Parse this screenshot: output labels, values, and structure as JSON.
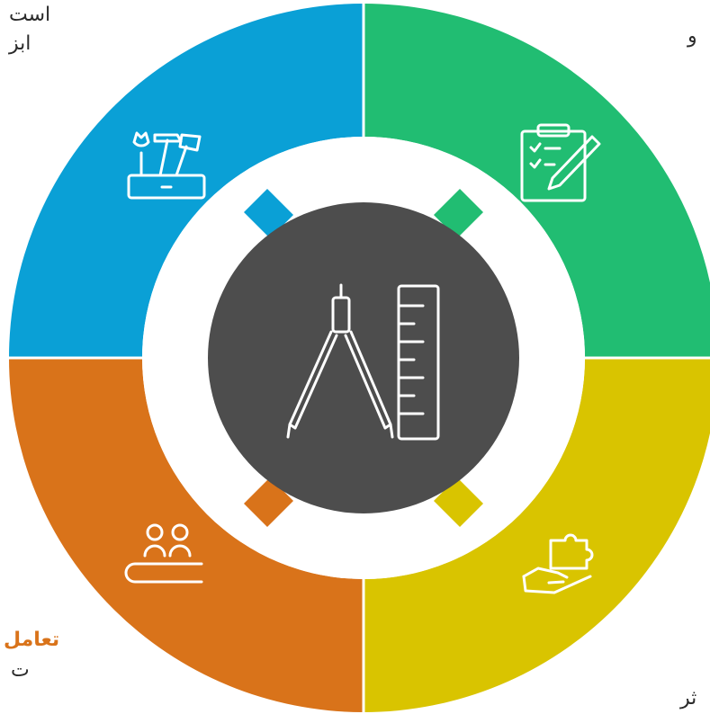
{
  "center": {
    "icon": "compass-and-ruler-icon",
    "color": "#4d4d4d"
  },
  "segments": [
    {
      "position": "top-left",
      "icon": "toolbox-icon",
      "color": "#0aa0d6"
    },
    {
      "position": "top-right",
      "icon": "clipboard-checklist-icon",
      "color": "#21bd72"
    },
    {
      "position": "bottom-right",
      "icon": "puzzle-hand-icon",
      "color": "#d9c400"
    },
    {
      "position": "bottom-left",
      "icon": "people-collaboration-icon",
      "color": "#d9731a"
    }
  ],
  "text_fragments": {
    "top_left_1": "است",
    "top_left_2": "ابز",
    "top_right": "و",
    "bottom_left_title": "تعامل",
    "bottom_left_body": "ت",
    "bottom_right": "ثر"
  }
}
